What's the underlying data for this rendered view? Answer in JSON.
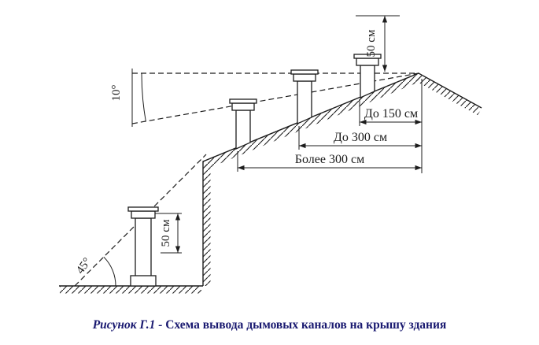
{
  "figure": {
    "caption_label": "Рисунок Г.1 -",
    "caption_text": "Схема вывода дымовых каналов на крышу здания"
  },
  "labels": {
    "angle_top": "10°",
    "angle_bottom": "45°",
    "height_top": "50 см",
    "height_left": "50 см",
    "dist_150": "До 150 см",
    "dist_300": "До 300 см",
    "dist_over_300": "Более 300 см"
  },
  "colors": {
    "ink": "#1c1c1c",
    "caption_ink": "#191970",
    "background": "#ffffff"
  }
}
